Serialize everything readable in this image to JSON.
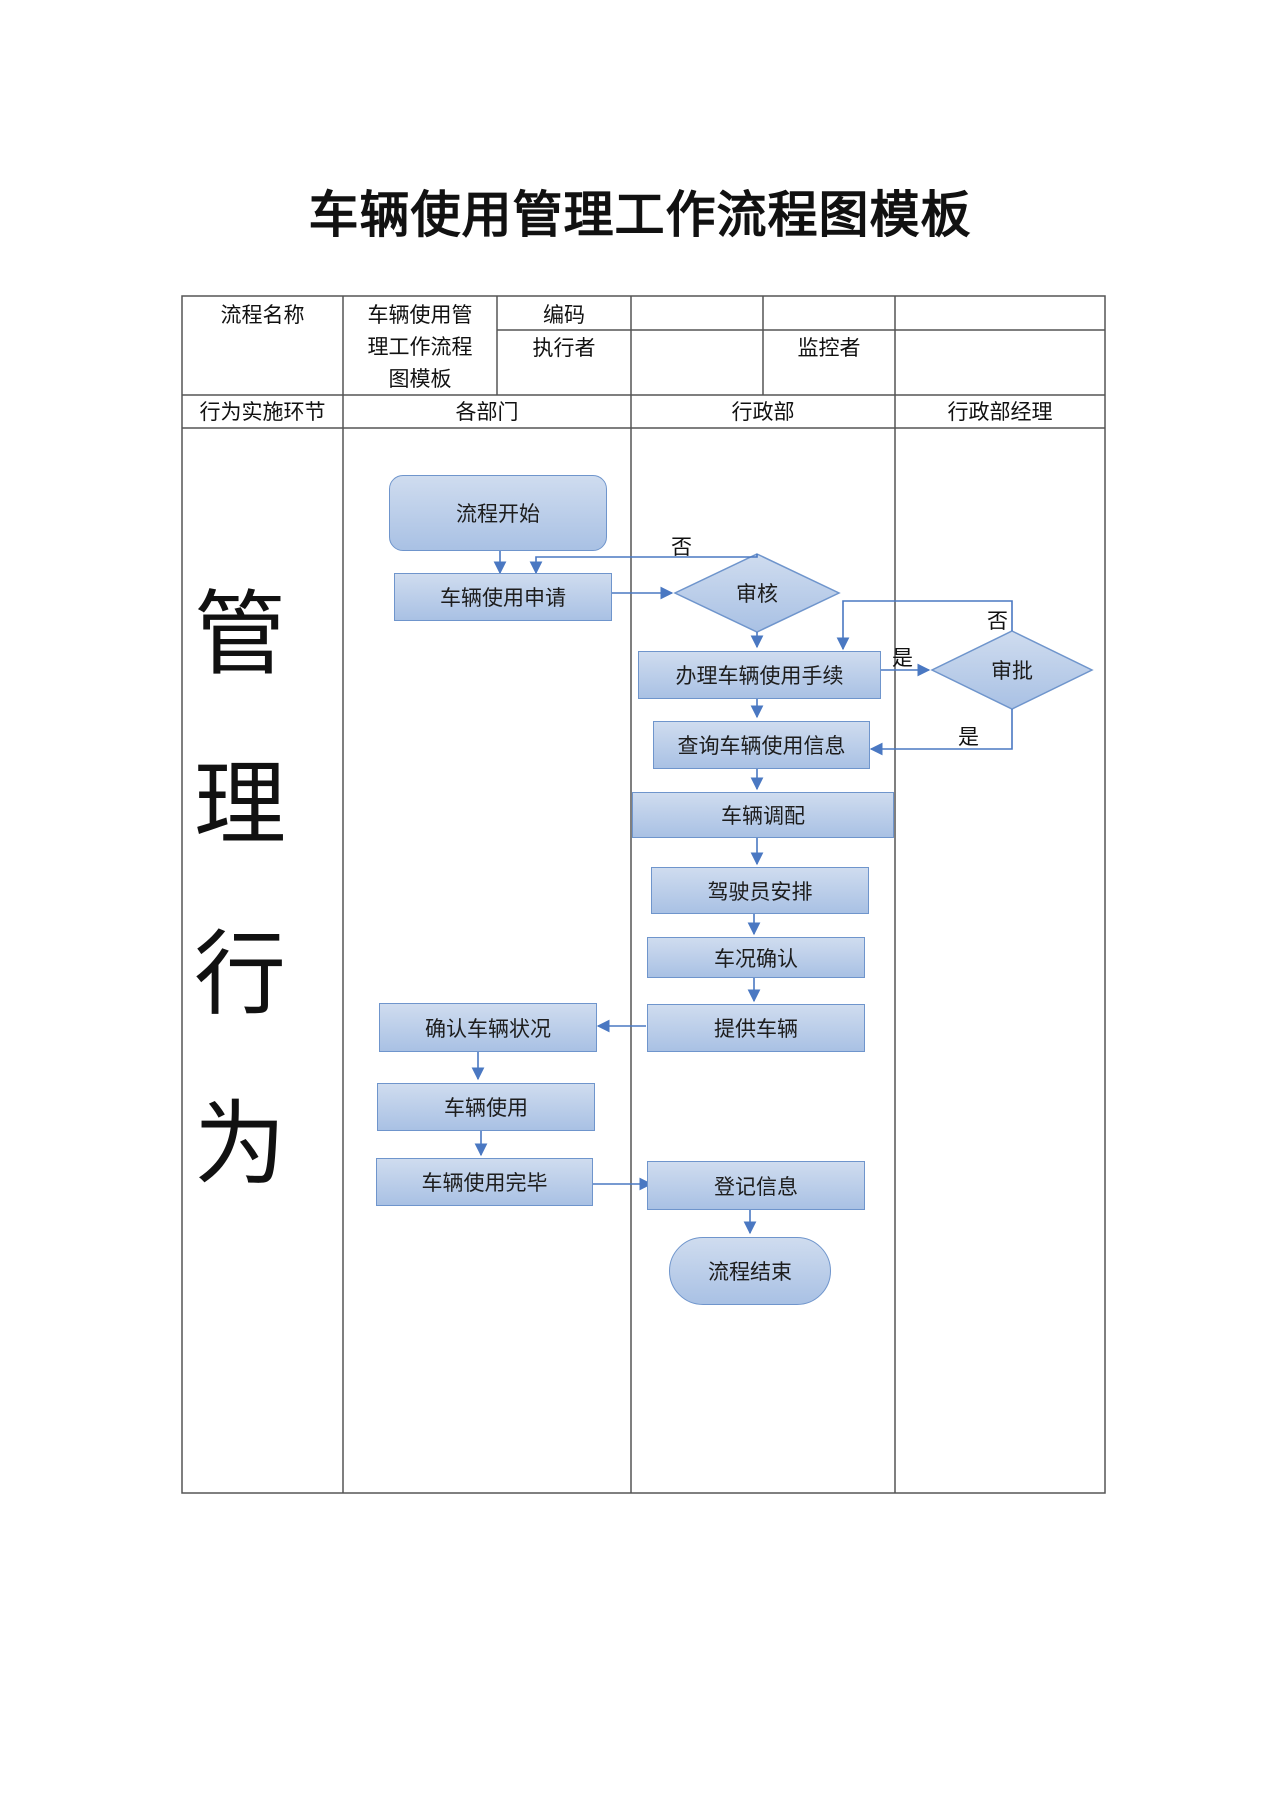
{
  "title": "车辆使用管理工作流程图模板",
  "header": {
    "process_name_label": "流程名称",
    "process_name_value": [
      "车辆使用管",
      "理工作流程",
      "图模板"
    ],
    "code_label": "编码",
    "code_value": "",
    "executor_label": "执行者",
    "executor_value": "",
    "monitor_label": "监控者",
    "monitor_value": ""
  },
  "lanes": {
    "stage_label": "行为实施环节",
    "dept": "各部门",
    "admin": "行政部",
    "manager": "行政部经理"
  },
  "side_title": [
    "管",
    "理",
    "行",
    "为"
  ],
  "nodes": {
    "start": "流程开始",
    "apply": "车辆使用申请",
    "review": "审核",
    "handle": "办理车辆使用手续",
    "approve": "审批",
    "query": "查询车辆使用信息",
    "dispatch": "车辆调配",
    "driver": "驾驶员安排",
    "check": "车况确认",
    "provide": "提供车辆",
    "confirm": "确认车辆状况",
    "use": "车辆使用",
    "finish": "车辆使用完毕",
    "register": "登记信息",
    "end": "流程结束"
  },
  "edge_labels": {
    "review_no": "否",
    "approve_no": "否",
    "approve_yes_in": "是",
    "approve_yes_out": "是"
  },
  "colors": {
    "node_fill_top": "#cfdcef",
    "node_fill_bottom": "#a9c1e4",
    "node_border": "#6f95cc",
    "connector": "#4a78c2",
    "grid": "#555555"
  }
}
